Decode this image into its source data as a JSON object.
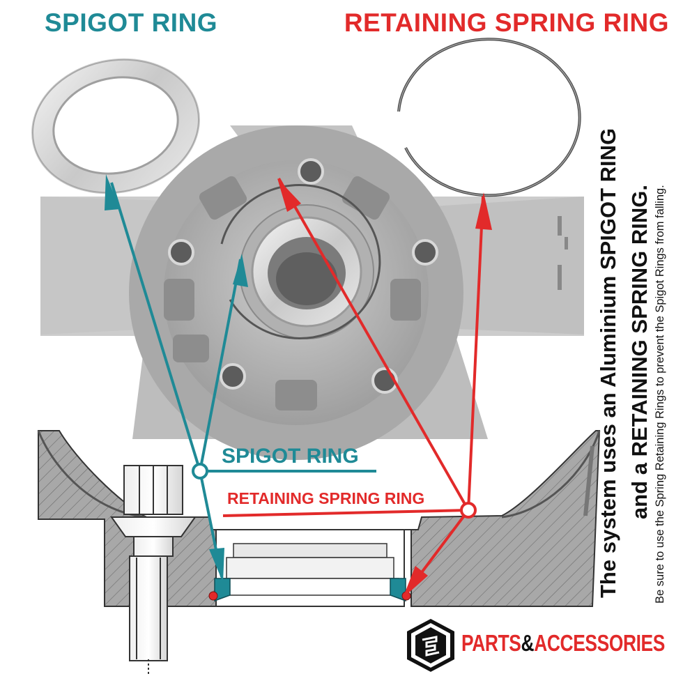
{
  "headings": {
    "spigot": "SPIGOT RING",
    "retaining": "RETAINING SPRING RING"
  },
  "callouts": {
    "spigot": "SPIGOT RING",
    "retaining": "RETAINING SPRING RING"
  },
  "side_text": {
    "line1": "The system uses an Aluminium SPIGOT RING",
    "line2": "and a RETAINING SPRING RING.",
    "line3": "Be sure to use the Spring Retaining Rings to prevent the Spigot Rings from falling."
  },
  "brand": {
    "parts": "PARTS",
    "amp": "&",
    "accessories": "ACCESSORIES"
  },
  "colors": {
    "teal": "#1f8a96",
    "red": "#e22a2a",
    "wheel": "#b9b9b9",
    "section": "#a3a3a3"
  }
}
